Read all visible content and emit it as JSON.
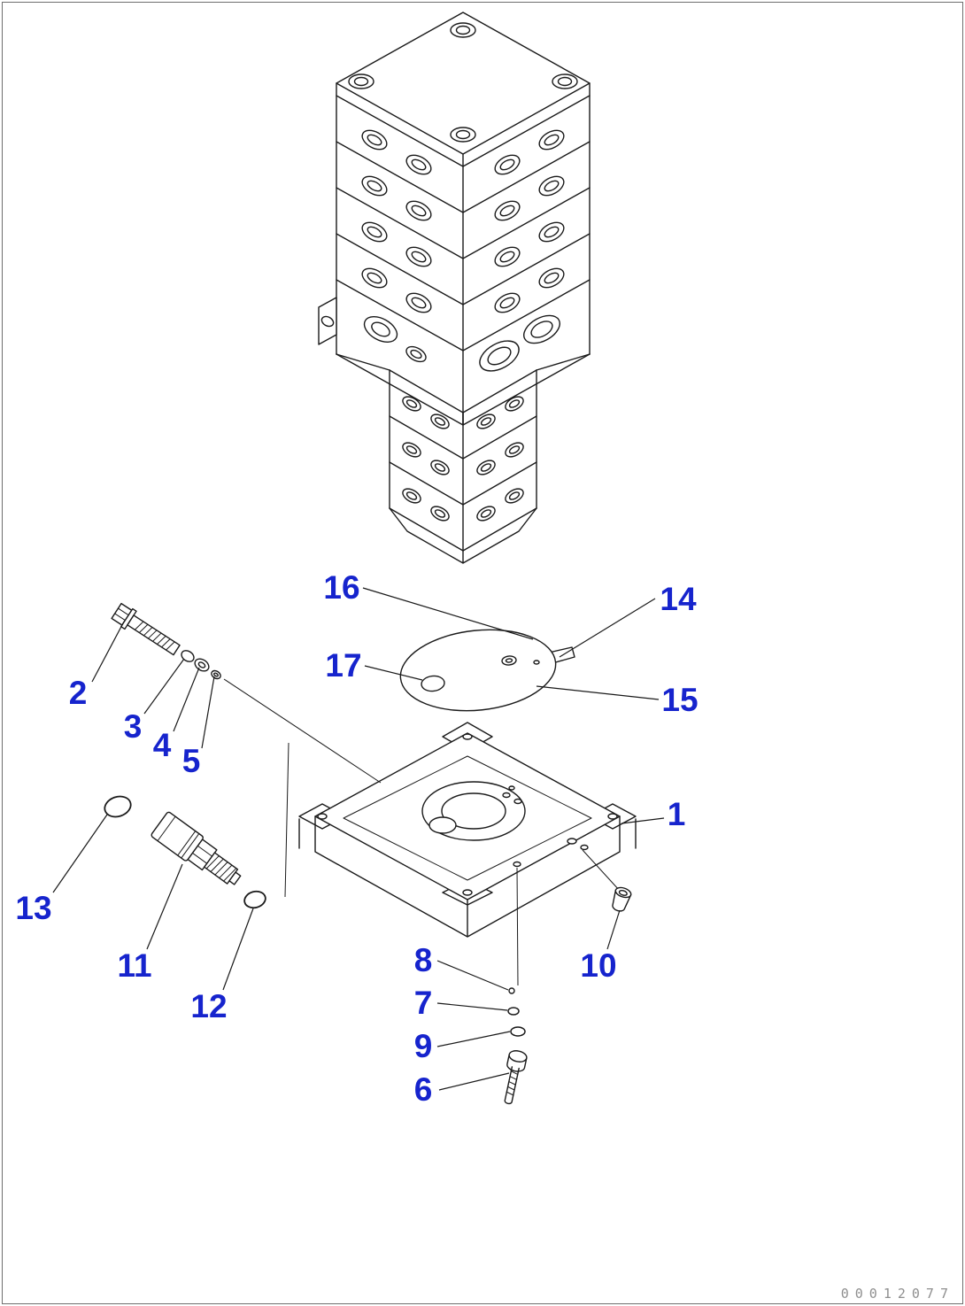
{
  "page": {
    "background": "#ffffff",
    "border_color": "#6e6e6e",
    "watermark": "00012077"
  },
  "style": {
    "callout_color": "#1624cd",
    "line_color": "#1a1a1a"
  },
  "diagram": {
    "callouts": [
      {
        "part": 1,
        "text": "1"
      },
      {
        "part": 2,
        "text": "2"
      },
      {
        "part": 3,
        "text": "3"
      },
      {
        "part": 4,
        "text": "4"
      },
      {
        "part": 5,
        "text": "5"
      },
      {
        "part": 6,
        "text": "6"
      },
      {
        "part": 7,
        "text": "7"
      },
      {
        "part": 8,
        "text": "8"
      },
      {
        "part": 9,
        "text": "9"
      },
      {
        "part": 10,
        "text": "10"
      },
      {
        "part": 11,
        "text": "11"
      },
      {
        "part": 12,
        "text": "12"
      },
      {
        "part": 13,
        "text": "13"
      },
      {
        "part": 14,
        "text": "14"
      },
      {
        "part": 15,
        "text": "15"
      },
      {
        "part": 16,
        "text": "16"
      },
      {
        "part": 17,
        "text": "17"
      }
    ]
  }
}
